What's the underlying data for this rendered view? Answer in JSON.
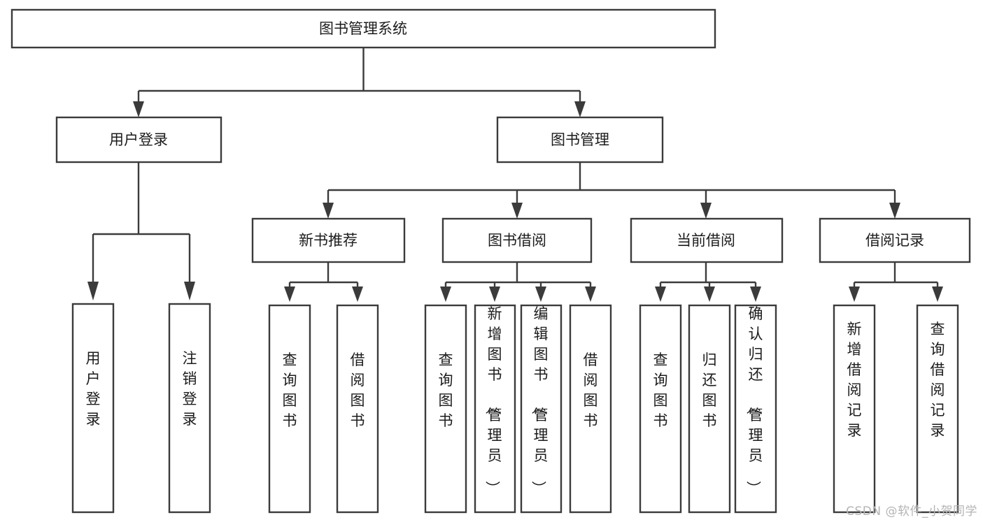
{
  "diagram": {
    "title": "图书管理系统",
    "type": "tree-hierarchy",
    "orientation": "top-down",
    "watermark": "CSDN @软件_小贺同学",
    "colors": {
      "box_stroke": "#3b3b3b",
      "box_fill": "#ffffff",
      "text": "#1c1c1c",
      "connector": "#3b3b3b",
      "background": "#ffffff",
      "watermark": "#b4b4b4"
    },
    "root": {
      "id": "root",
      "label": "图书管理系统"
    },
    "level2": [
      {
        "id": "user-login",
        "label": "用户登录"
      },
      {
        "id": "book-manage",
        "label": "图书管理"
      }
    ],
    "level3": [
      {
        "id": "new-book-recommend",
        "label": "新书推荐",
        "parent": "book-manage"
      },
      {
        "id": "book-borrow",
        "label": "图书借阅",
        "parent": "book-manage"
      },
      {
        "id": "current-borrow",
        "label": "当前借阅",
        "parent": "book-manage"
      },
      {
        "id": "borrow-record",
        "label": "借阅记录",
        "parent": "book-manage"
      }
    ],
    "leaves": {
      "user_login": [
        {
          "id": "leaf-user-login",
          "label": "用户登录"
        },
        {
          "id": "leaf-user-logout",
          "label": "注销登录"
        }
      ],
      "new_book_recommend": [
        {
          "id": "leaf-query-book-1",
          "label": "查询图书"
        },
        {
          "id": "leaf-borrow-book-1",
          "label": "借阅图书"
        }
      ],
      "book_borrow": [
        {
          "id": "leaf-query-book-2",
          "label": "查询图书"
        },
        {
          "id": "leaf-add-book",
          "label": "新增图书（管理员）"
        },
        {
          "id": "leaf-edit-book",
          "label": "编辑图书（管理员）"
        },
        {
          "id": "leaf-borrow-book-2",
          "label": "借阅图书"
        }
      ],
      "current_borrow": [
        {
          "id": "leaf-query-book-3",
          "label": "查询图书"
        },
        {
          "id": "leaf-return-book",
          "label": "归还图书"
        },
        {
          "id": "leaf-confirm-return",
          "label": "确认归还（管理员）"
        }
      ],
      "borrow_record": [
        {
          "id": "leaf-add-record",
          "label": "新增借阅记录"
        },
        {
          "id": "leaf-query-record",
          "label": "查询借阅记录"
        }
      ]
    }
  }
}
